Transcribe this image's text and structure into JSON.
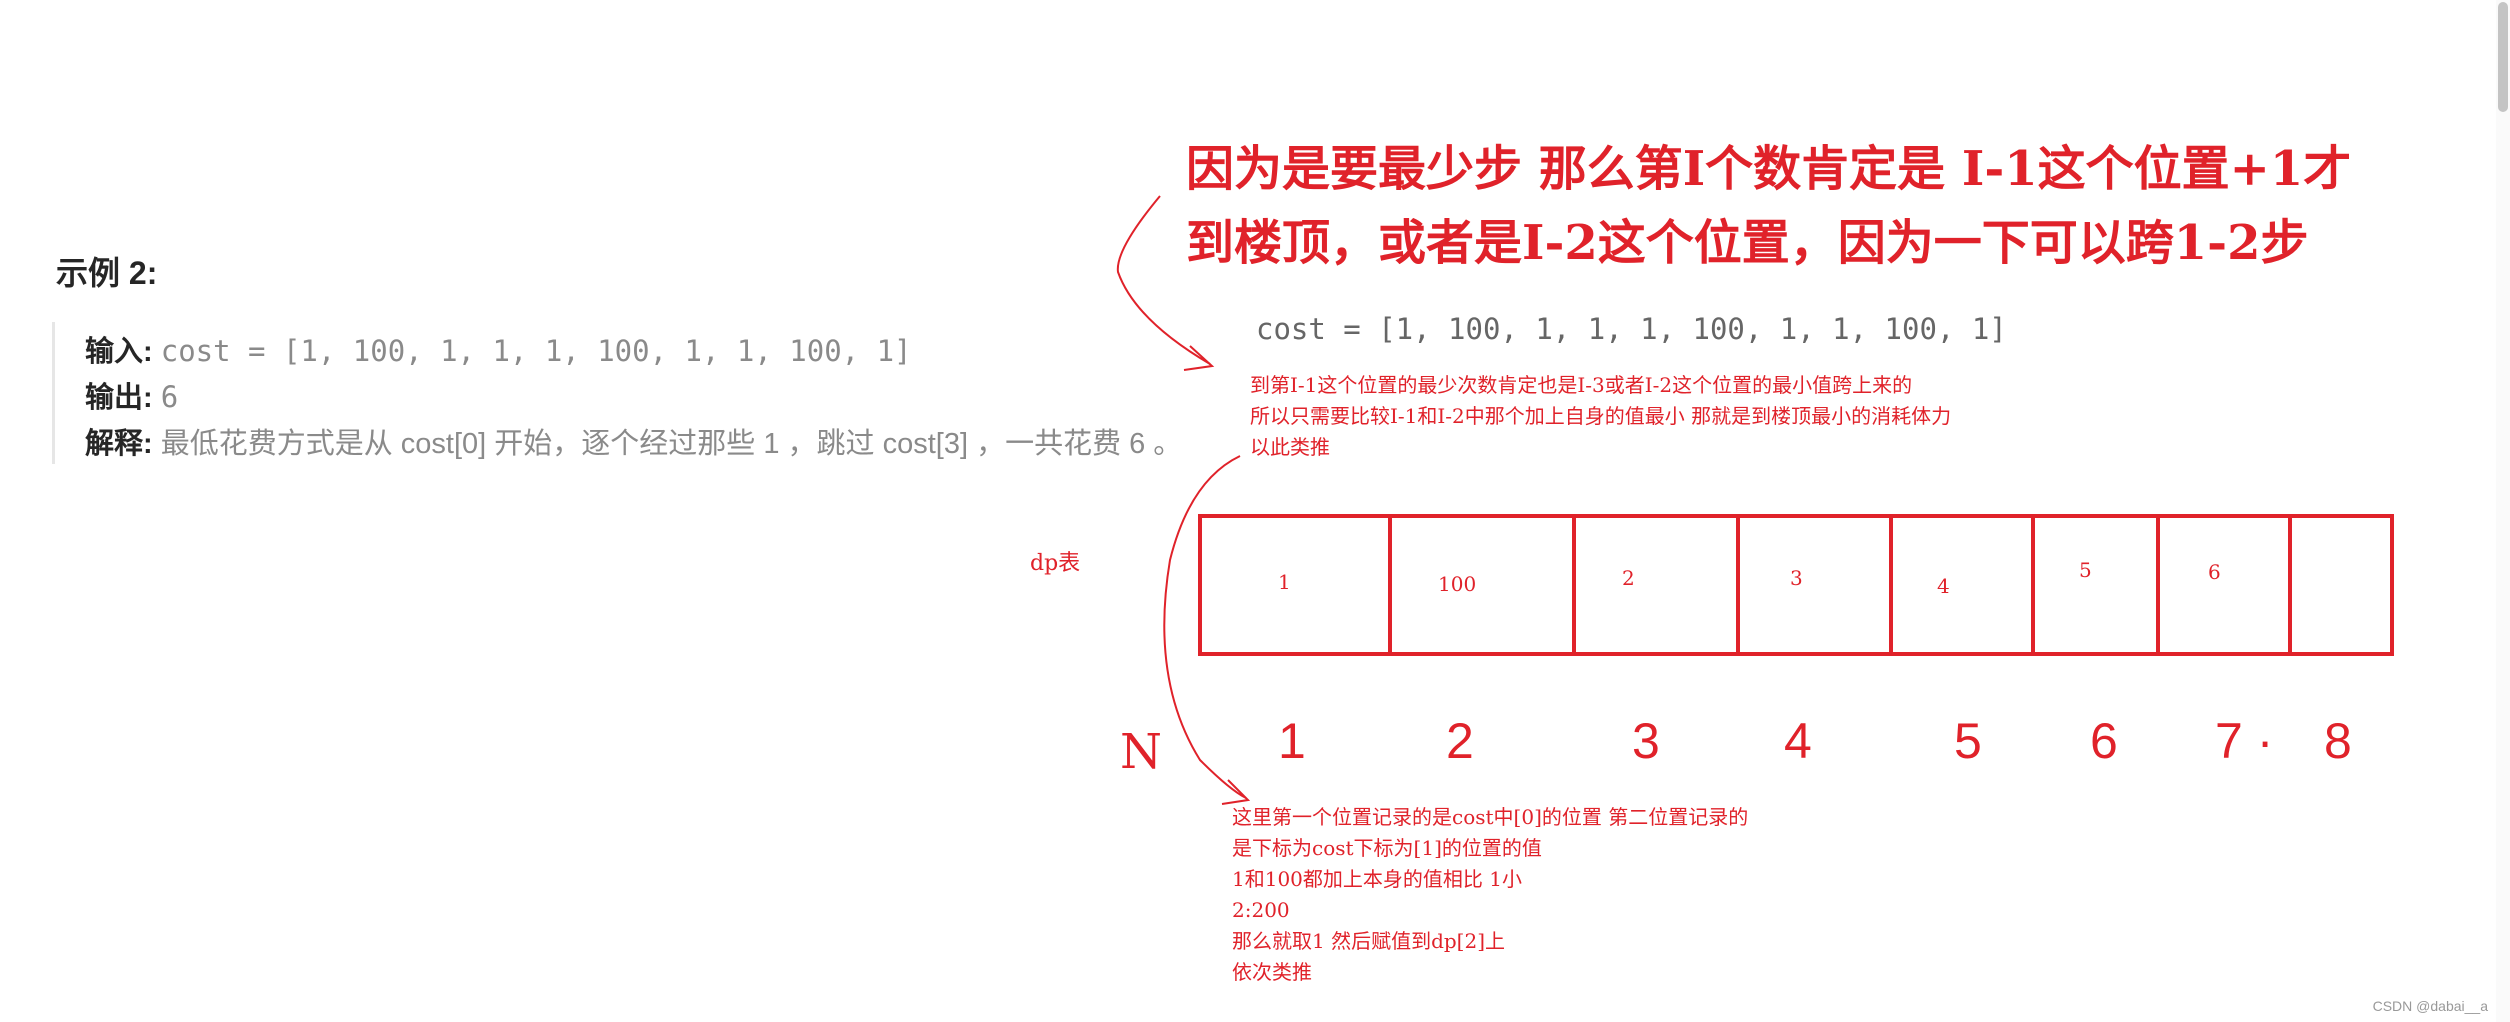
{
  "example": {
    "title": "示例 2:",
    "input_label": "输入:",
    "input_value": "cost = [1, 100, 1, 1, 1, 100, 1, 1, 100, 1]",
    "output_label": "输出:",
    "output_value": "6",
    "explain_label": "解释:",
    "explain_value": "最低花费方式是从  cost[0]  开始，逐个经过那些  1 ，跳过  cost[3] ，一共花费  6  。"
  },
  "annotations": {
    "headline": [
      "因为是要最少步 那么第I个数肯定是 I-1这个位置+1才",
      "到楼顶，或者是I-2这个位置，因为一下可以跨1-2步"
    ],
    "cost_line": "cost = [1, 100, 1, 1, 1, 100, 1, 1, 100, 1]",
    "note_top": [
      "到第I-1这个位置的最少次数肯定也是I-3或者I-2这个位置的最小值跨上来的",
      "所以只需要比较I-1和I-2中那个加上自身的值最小 那就是到楼顶最小的消耗体力",
      "以此类推"
    ],
    "dp_label": "dp表",
    "n_label": "N",
    "note_bottom": [
      "这里第一个位置记录的是cost中[0]的位置 第二位置记录的",
      "是下标为cost下标为[1]的位置的值",
      "1和100都加上本身的值相比 1小",
      "2:200",
      "那么就取1 然后赋值到dp[2]上",
      "依次类推"
    ]
  },
  "dp_table": {
    "cells": [
      "1",
      "100",
      "2",
      "3",
      "4",
      "5",
      "6",
      ""
    ],
    "indices": [
      "1",
      "2",
      "3",
      "4",
      "5",
      "6",
      "7 ·",
      "8"
    ]
  },
  "watermark": "CSDN @dabai__a",
  "colors": {
    "annotation_red": "#e0222a",
    "text": "#262626",
    "muted": "#8a8a8a"
  }
}
